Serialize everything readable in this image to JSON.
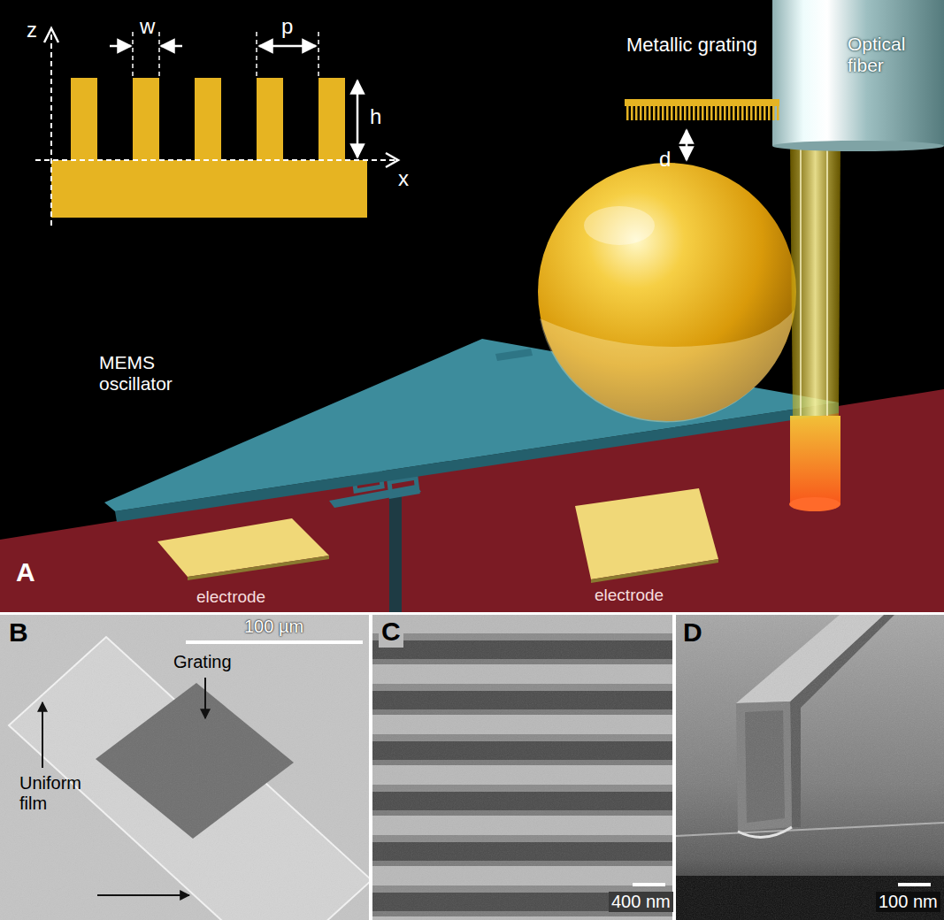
{
  "diagram": {
    "labels": [
      "z",
      "w",
      "p",
      "h",
      "x",
      "Metallic grating",
      "Optical fiber",
      "d",
      "MEMS oscillator",
      "A",
      "electrode",
      "electrode",
      "B",
      "100 µm",
      "Grating",
      "Uniform film",
      "C",
      "400 nm",
      "D",
      "100 nm"
    ]
  }
}
